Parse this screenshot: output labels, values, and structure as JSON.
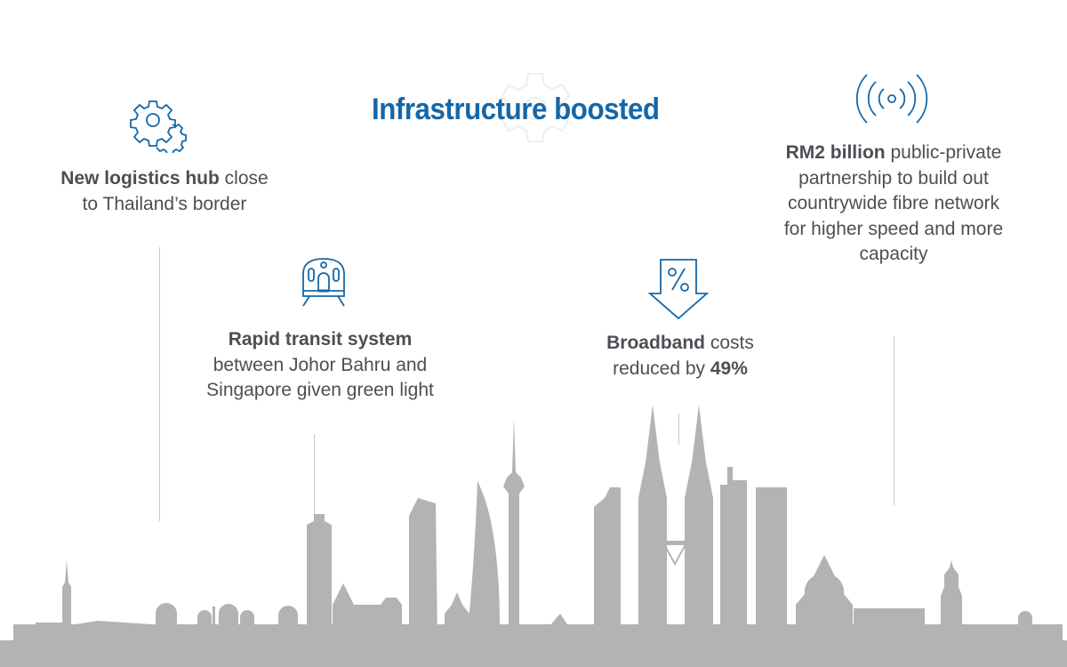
{
  "title": "Infrastructure boosted",
  "items": [
    {
      "icon": "gears-icon",
      "bold": "New logistics hub",
      "text1": " close",
      "text2": "to Thailand’s border"
    },
    {
      "icon": "train-icon",
      "bold": "Rapid transit system",
      "text1": "between Johor Bahru and",
      "text2": "Singapore given green light"
    },
    {
      "icon": "percent-down-arrow-icon",
      "bold": "Broadband",
      "text1": " costs",
      "text2": "reduced by ",
      "bold2": "49%"
    },
    {
      "icon": "wireless-signal-icon",
      "bold": "RM2 billion",
      "text1": " public-private",
      "text2": "partnership to build out",
      "text3": "countrywide fibre network",
      "text4": "for higher speed and more",
      "text5": "capacity"
    }
  ],
  "colors": {
    "accent": "#1567a8",
    "text": "#4b4f54",
    "skyline": "#b3b3b3"
  }
}
